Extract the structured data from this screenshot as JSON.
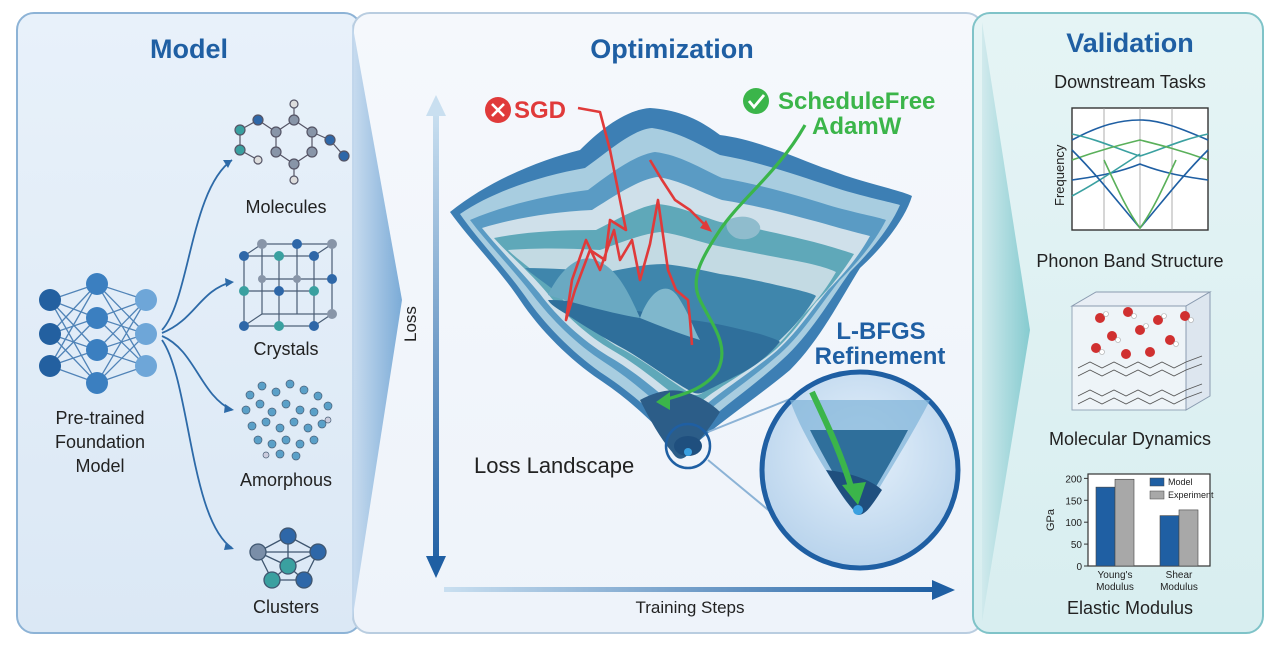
{
  "model": {
    "title": "Model",
    "foundation_label_1": "Pre-trained",
    "foundation_label_2": "Foundation",
    "foundation_label_3": "Model",
    "items": [
      "Molecules",
      "Crystals",
      "Amorphous",
      "Clusters"
    ]
  },
  "optimization": {
    "title": "Optimization",
    "sgd_label": "SGD",
    "schedulefree_label_1": "ScheduleFree",
    "schedulefree_label_2": "AdamW",
    "lbfgs_label_1": "L-BFGS",
    "lbfgs_label_2": "Refinement",
    "landscape_label": "Loss Landscape",
    "y_axis_label": "Loss",
    "x_axis_label": "Training Steps"
  },
  "validation": {
    "title": "Validation",
    "downstream_label": "Downstream Tasks",
    "phonon_label": "Phonon Band Structure",
    "phonon_ylabel": "Frequency",
    "md_label": "Molecular Dynamics",
    "elastic_label": "Elastic Modulus",
    "chart": {
      "ylabel": "GPa",
      "legend": [
        "Model",
        "Experiment"
      ],
      "categories_line1": [
        "Young's",
        "Shear"
      ],
      "categories_line2": [
        "Modulus",
        "Modulus"
      ],
      "ticks": [
        "0",
        "50",
        "100",
        "150",
        "200"
      ]
    }
  },
  "colors": {
    "accent": "#1f5fa3",
    "sgd_red": "#e03a3a",
    "sf_green": "#3bb54a",
    "model_bar": "#1f5fa3",
    "exp_bar": "#a8a8a8"
  },
  "chart_data": {
    "type": "bar",
    "categories": [
      "Young's Modulus",
      "Shear Modulus"
    ],
    "series": [
      {
        "name": "Model",
        "values": [
          180,
          115
        ]
      },
      {
        "name": "Experiment",
        "values": [
          198,
          128
        ]
      }
    ],
    "title": "",
    "xlabel": "",
    "ylabel": "GPa",
    "ylim": [
      0,
      210
    ]
  }
}
